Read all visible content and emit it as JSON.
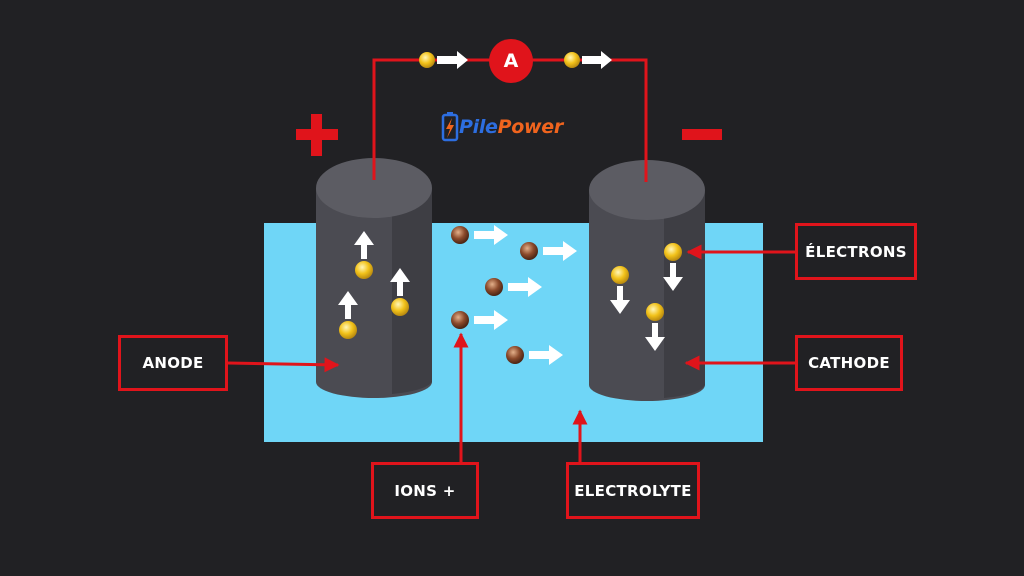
{
  "logo": {
    "text_part1": "Pile",
    "text_part2": "Power"
  },
  "ammeter": {
    "label": "A"
  },
  "terminals": {
    "positive": "+",
    "negative": "−"
  },
  "labels": {
    "anode": "ANODE",
    "cathode": "CATHODE",
    "electrons": "ÉLECTRONS",
    "ions": "IONS +",
    "electrolyte": "ELECTROLYTE"
  },
  "colors": {
    "background": "#212124",
    "electrolyte": "#6fd6f7",
    "electrode": "#4b4b52",
    "wire": "#e0141b",
    "electron": "#f2c21a",
    "ion": "#8b4a2b",
    "arrow": "#ffffff"
  }
}
